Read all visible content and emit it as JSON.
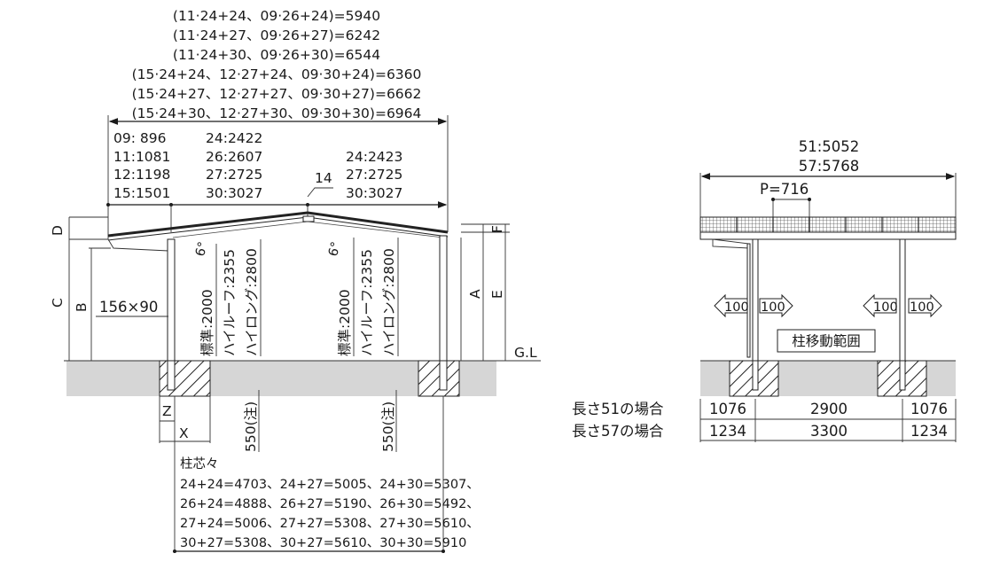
{
  "title_formulas": [
    "(11·24+24、09·26+24)=5940",
    "(11·24+27、09·26+27)=6242",
    "(11·24+30、09·26+30)=6544",
    "(15·24+24、12·27+24、09·30+24)=6360",
    "(15·24+27、12·27+27、09·30+27)=6662",
    "(15·24+30、12·27+30、09·30+30)=6964"
  ],
  "left_overhang": [
    "09: 896",
    "11:1081",
    "12:1198",
    "15:1501"
  ],
  "left_span": [
    "24:2422",
    "26:2607",
    "27:2725",
    "30:3027"
  ],
  "right_span": [
    "24:2423",
    "27:2725",
    "30:3027"
  ],
  "ridge_offset": "14",
  "angle_left": "6°",
  "angle_right": "6°",
  "post_size": "156×90",
  "height_labels_left": [
    "標準:2000",
    "ハイルーフ:2355",
    "ハイロング:2800"
  ],
  "height_labels_right": [
    "標準:2000",
    "ハイルーフ:2355",
    "ハイロング:2800"
  ],
  "dim_letters": {
    "A": "A",
    "B": "B",
    "C": "C",
    "D": "D",
    "E": "E",
    "F": "F",
    "X": "X",
    "Z": "Z"
  },
  "ground_label": "G.L",
  "embed_depth": "550(注)",
  "post_pitch": {
    "title": "柱芯々",
    "lines": [
      "24+24=4703、24+27=5005、24+30=5307、",
      "26+24=4888、26+27=5190、26+30=5492、",
      "27+24=5006、27+27=5308、27+30=5610、",
      "30+27=5308、30+27=5610、30+30=5910"
    ]
  },
  "side_view": {
    "length_51": "51:5052",
    "length_57": "57:5768",
    "panel_pitch": "P=716",
    "shift_arrows": [
      "100",
      "100",
      "100",
      "100"
    ],
    "post_range_label": "柱移動範囲",
    "table": [
      {
        "label": "長さ51の場合",
        "values": [
          "1076",
          "2900",
          "1076"
        ]
      },
      {
        "label": "長さ57の場合",
        "values": [
          "1234",
          "3300",
          "1234"
        ]
      }
    ]
  }
}
